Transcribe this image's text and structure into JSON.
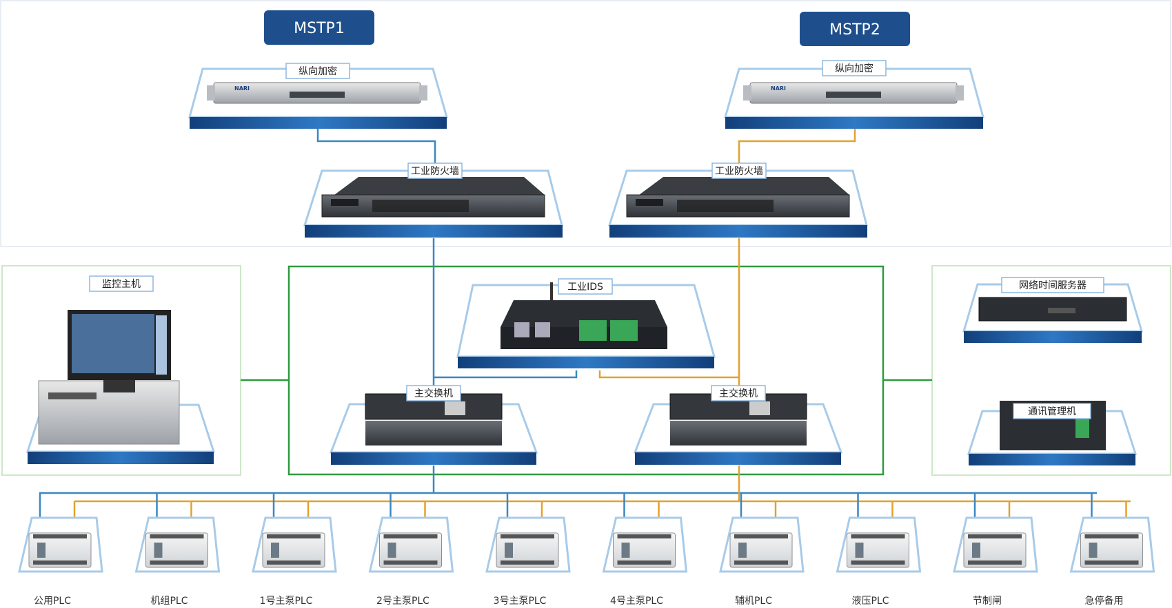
{
  "headers": {
    "mstp1": "MSTP1",
    "mstp2": "MSTP2"
  },
  "labels": {
    "vert1": "纵向加密",
    "vert2": "纵向加密",
    "fw1": "工业防火墙",
    "fw2": "工业防火墙",
    "ids": "工业IDS",
    "sw1": "主交换机",
    "sw2": "主交换机",
    "monitor": "监控主机",
    "ntp": "网络时间服务器",
    "comm": "通讯管理机"
  },
  "plcs": [
    "公用PLC",
    "机组PLC",
    "1号主泵PLC",
    "2号主泵PLC",
    "3号主泵PLC",
    "4号主泵PLC",
    "辅机PLC",
    "液压PLC",
    "节制闸",
    "急停备用"
  ],
  "colors": {
    "blue_line": "#3a87c2",
    "orange_line": "#e3a12f",
    "green_frame": "#2e9a3e",
    "light_green_frame": "#cde8c9",
    "header_bg": "#1e4f8c",
    "platform_bar": "#2a6cb8",
    "platform_outline": "#a8cbe8"
  }
}
